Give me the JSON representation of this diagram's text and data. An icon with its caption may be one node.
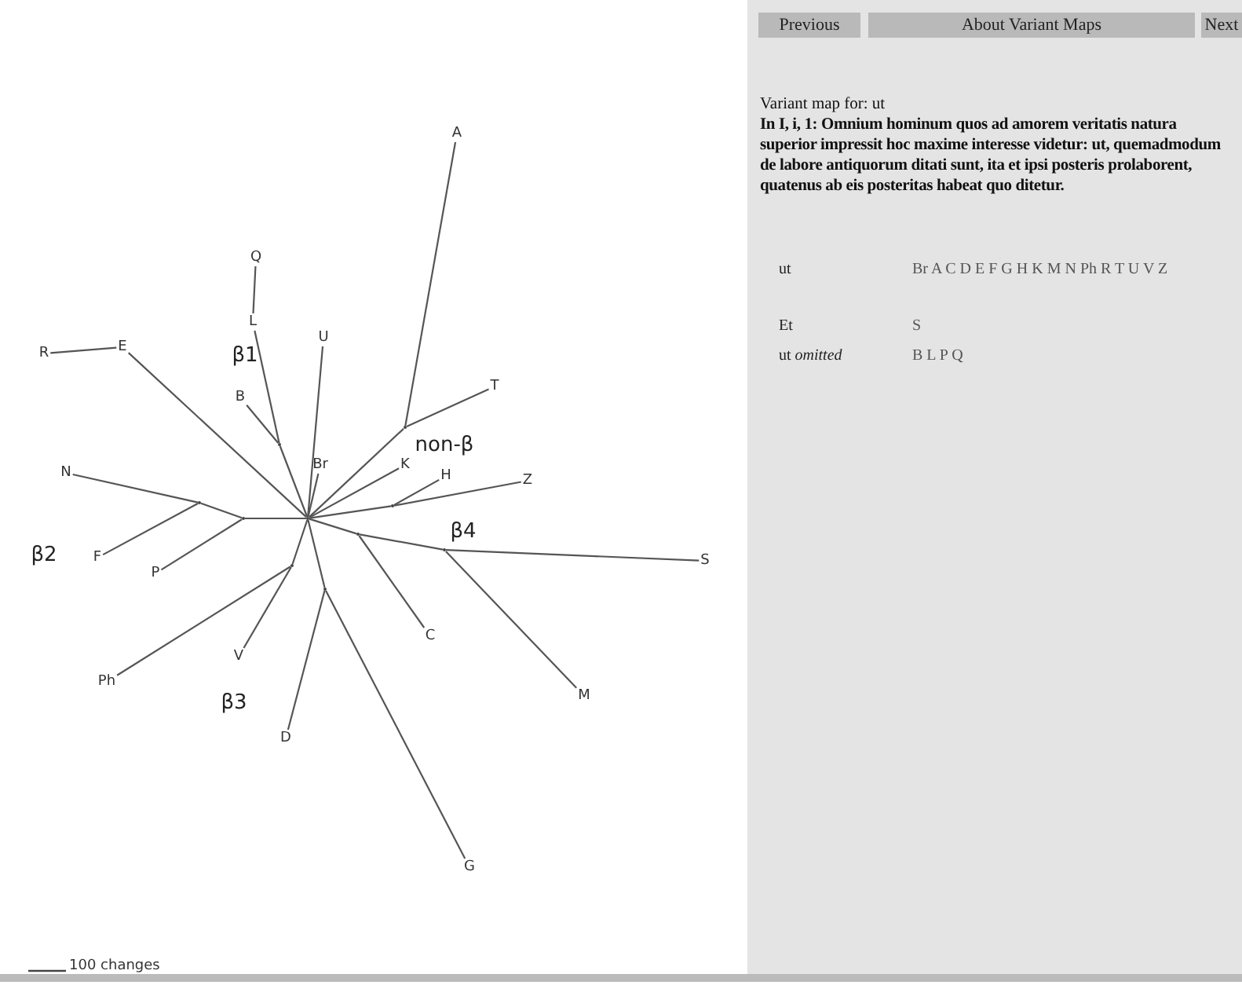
{
  "diagram": {
    "nodes": [
      {
        "text": [
          "A"
        ]
      },
      {
        "text": [
          "Q"
        ]
      },
      {
        "text": [
          "L"
        ]
      },
      {
        "text": [
          "U"
        ]
      },
      {
        "text": [
          "T"
        ]
      },
      {
        "text": [
          "B"
        ]
      },
      {
        "text": [
          "R"
        ]
      },
      {
        "text": [
          "E"
        ]
      },
      {
        "text": [
          "K"
        ]
      },
      {
        "text": [
          "Br"
        ]
      },
      {
        "text": [
          "H"
        ]
      },
      {
        "text": [
          "N"
        ]
      },
      {
        "text": [
          "Z"
        ]
      },
      {
        "text": [
          "F"
        ]
      },
      {
        "text": [
          "P"
        ]
      },
      {
        "text": [
          "S"
        ]
      },
      {
        "text": [
          "C"
        ]
      },
      {
        "text": [
          "V"
        ]
      },
      {
        "text": [
          "Ph"
        ]
      },
      {
        "text": [
          "M"
        ]
      },
      {
        "text": [
          "D"
        ]
      },
      {
        "text": [
          "G"
        ]
      },
      {
        "text": [],
        "shape": "point"
      },
      {
        "text": [],
        "shape": "point"
      },
      {
        "text": [],
        "shape": "point"
      },
      {
        "text": [],
        "shape": "point"
      },
      {
        "text": [],
        "shape": "point"
      },
      {
        "text": [],
        "shape": "point"
      },
      {
        "text": [],
        "shape": "point"
      },
      {
        "text": [],
        "shape": "point"
      },
      {
        "text": [],
        "shape": "point"
      },
      {
        "text": [],
        "shape": "point"
      }
    ],
    "edges": [
      {
        "from": 0,
        "to": 23,
        "arrow": "none"
      },
      {
        "from": 4,
        "to": 23,
        "arrow": "none"
      },
      {
        "from": 23,
        "to": 22,
        "arrow": "none"
      },
      {
        "from": 8,
        "to": 22,
        "arrow": "none"
      },
      {
        "from": 9,
        "to": 22,
        "arrow": "none"
      },
      {
        "from": 10,
        "to": 24,
        "arrow": "none"
      },
      {
        "from": 12,
        "to": 24,
        "arrow": "none"
      },
      {
        "from": 24,
        "to": 22,
        "arrow": "none"
      },
      {
        "from": 15,
        "to": 26,
        "arrow": "none"
      },
      {
        "from": 19,
        "to": 26,
        "arrow": "none"
      },
      {
        "from": 26,
        "to": 25,
        "arrow": "none"
      },
      {
        "from": 16,
        "to": 25,
        "arrow": "none"
      },
      {
        "from": 25,
        "to": 22,
        "arrow": "none"
      },
      {
        "from": 6,
        "to": 7,
        "arrow": "none"
      },
      {
        "from": 7,
        "to": 22,
        "arrow": "none"
      },
      {
        "from": 11,
        "to": 27,
        "arrow": "none"
      },
      {
        "from": 13,
        "to": 27,
        "arrow": "none"
      },
      {
        "from": 27,
        "to": 28,
        "arrow": "none"
      },
      {
        "from": 14,
        "to": 28,
        "arrow": "none"
      },
      {
        "from": 28,
        "to": 22,
        "arrow": "none"
      },
      {
        "from": 1,
        "to": 2,
        "arrow": "none"
      },
      {
        "from": 2,
        "to": 29,
        "arrow": "none"
      },
      {
        "from": 5,
        "to": 29,
        "arrow": "none"
      },
      {
        "from": 29,
        "to": 22,
        "arrow": "none"
      },
      {
        "from": 3,
        "to": 22,
        "arrow": "none"
      },
      {
        "from": 18,
        "to": 30,
        "arrow": "none"
      },
      {
        "from": 17,
        "to": 30,
        "arrow": "none"
      },
      {
        "from": 30,
        "to": 22,
        "arrow": "none"
      },
      {
        "from": 20,
        "to": 31,
        "arrow": "none"
      },
      {
        "from": 21,
        "to": 31,
        "arrow": "none"
      },
      {
        "from": 31,
        "to": 22,
        "arrow": "none"
      }
    ],
    "labels": [
      "β1",
      "non-β",
      "β4",
      "β2",
      "β3",
      "100 changes",
      "Previous",
      "About Variant Maps",
      "Next",
      "Variant map for: ut",
      "In I, i, 1: Omnium hominum quos ad amorem veritatis natura superior impressit hoc maxime interesse videtur: ut, quemadmodum de labore antiquorum ditati sunt, ita et ipsi posteris prolaborent, quatenus ab eis posteritas habeat quo ditetur.",
      "ut",
      "Br A C D E F G H K M N Ph R T U V Z",
      "Et",
      "S",
      "ut *omitted*",
      "B L P Q"
    ]
  }
}
